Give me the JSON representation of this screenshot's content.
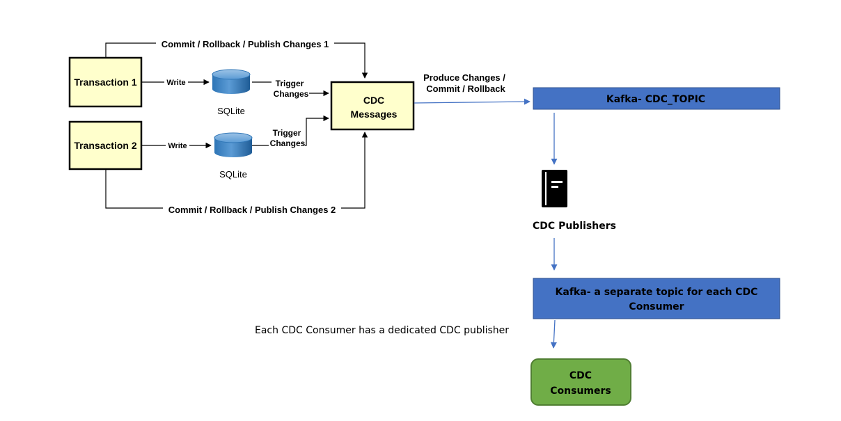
{
  "transactions": [
    {
      "label": "Transaction 1",
      "write": "Write",
      "db": "SQLite",
      "trigger_line1": "Trigger",
      "trigger_line2": "Changes",
      "commit": "Commit / Rollback / Publish Changes 1"
    },
    {
      "label": "Transaction 2",
      "write": "Write",
      "db": "SQLite",
      "trigger_line1": "Trigger",
      "trigger_line2": "Changes",
      "commit": "Commit / Rollback / Publish Changes 2"
    }
  ],
  "cdc_messages": {
    "line1": "CDC",
    "line2": "Messages"
  },
  "produce": {
    "line1": "Produce Changes /",
    "line2": "Commit / Rollback"
  },
  "kafka_topic": {
    "label": "Kafka- CDC_TOPIC"
  },
  "publishers": {
    "label": "CDC Publishers",
    "icon": "notebook-icon"
  },
  "kafka_separate": {
    "line1": "Kafka- a separate topic for each CDC",
    "line2": "Consumer"
  },
  "consumers": {
    "line1": "CDC",
    "line2": "Consumers"
  },
  "note": "Each CDC Consumer has a dedicated CDC publisher",
  "colors": {
    "yellow_box": "#FFFFCC",
    "kafka_blue": "#4472C4",
    "consumer_green": "#70AD47",
    "consumer_border": "#507E32",
    "db_blue": "#2E75B6",
    "db_top": "#5B9BD5",
    "arrow_blue": "#4472C4"
  }
}
